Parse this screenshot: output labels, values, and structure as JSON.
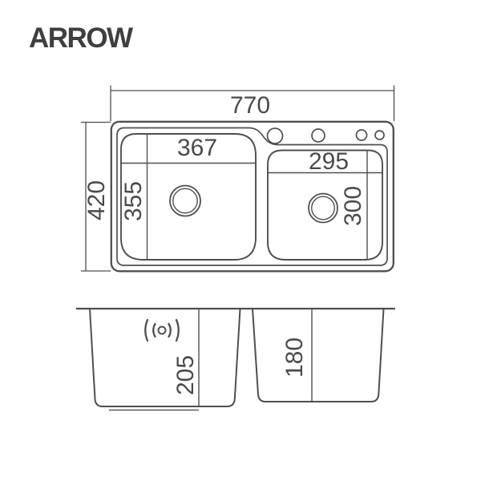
{
  "page": {
    "background_color": "#ffffff"
  },
  "brand": {
    "logo_text": "ARROW",
    "logo_color": "#3f3f3f"
  },
  "drawing": {
    "line_color": "#4f4f4f",
    "dimension_text_color": "#4a4a4a",
    "top_view": {
      "overall_width": "770",
      "overall_depth": "420",
      "left_bowl": {
        "width": "367",
        "depth": "355"
      },
      "right_bowl": {
        "width": "295",
        "depth": "300"
      },
      "faucet_hole_count": 4
    },
    "front_view": {
      "left_bowl_depth": "205",
      "right_bowl_depth": "180",
      "sound_pad_icon": "sound-waves-icon"
    }
  }
}
